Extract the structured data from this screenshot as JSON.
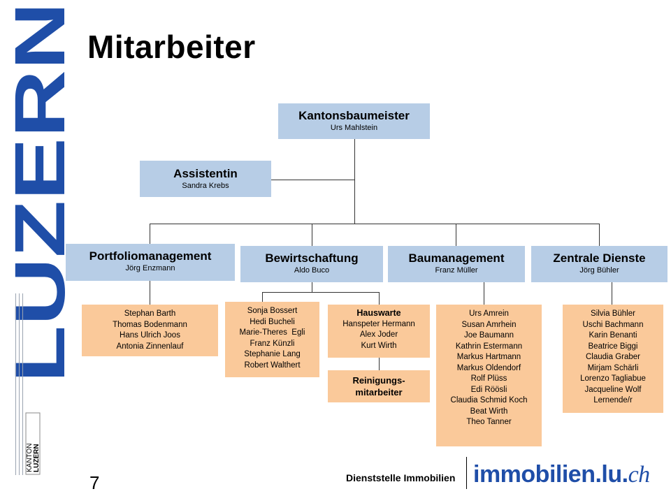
{
  "logo": {
    "word": "LUZERN",
    "kanton": "KANTON",
    "luzern_small": "LUZERN",
    "color": "#1f4ea8"
  },
  "title": "Mitarbeiter",
  "top": {
    "head": "Kantonsbaumeister",
    "name": "Urs Mahlstein"
  },
  "assist": {
    "head": "Assistentin",
    "name": "Sandra Krebs"
  },
  "depts": [
    {
      "head": "Portfoliomanagement",
      "name": "Jörg Enzmann"
    },
    {
      "head": "Bewirtschaftung",
      "name": "Aldo Buco"
    },
    {
      "head": "Baumanagement",
      "name": "Franz Müller"
    },
    {
      "head": "Zentrale Dienste",
      "name": "Jörg Bühler"
    }
  ],
  "staff": {
    "portfolio": [
      "Stephan Barth",
      "Thomas Bodenmann",
      "Hans Ulrich Joos",
      "Antonia Zinnenlauf"
    ],
    "bewirt": [
      "Sonja Bossert",
      "Hedi Bucheli",
      "Marie-Theres  Egli",
      "Franz Künzli",
      "Stephanie Lang",
      "Robert Walthert"
    ],
    "hauswarte": {
      "head": "Hauswarte",
      "names": [
        "Hanspeter Hermann",
        "Alex Joder",
        "Kurt Wirth"
      ]
    },
    "reinigung": [
      "Reinigungs-",
      "mitarbeiter"
    ],
    "bau": [
      "Urs Amrein",
      "Susan Amrhein",
      "Joe Baumann",
      "Kathrin Estermann",
      "Markus Hartmann",
      "Markus Oldendorf",
      "Rolf Plüss",
      "Edi Röösli",
      "Claudia Schmid Koch",
      "Beat Wirth",
      "Theo Tanner"
    ],
    "zentral": [
      "Silvia Bühler",
      "Uschi Bachmann",
      "Karin Benanti",
      "Beatrice Biggi",
      "Claudia Graber",
      "Mirjam Schärli",
      "Lorenzo Tagliabue",
      "Jacqueline Wolf",
      "Lernende/r"
    ]
  },
  "footer": {
    "dienststelle": "Dienststelle Immobilien",
    "site": "immobilien.lu.",
    "tld": "ch",
    "page": "7"
  }
}
